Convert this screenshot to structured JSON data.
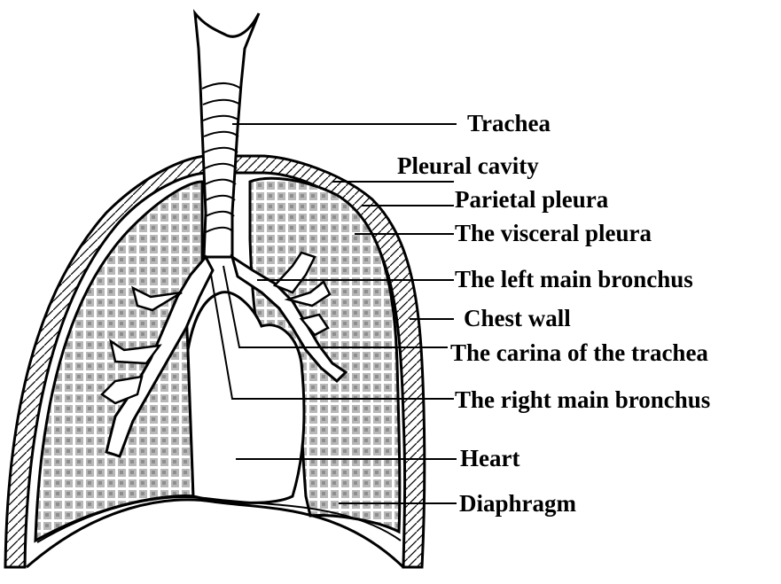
{
  "labels": {
    "trachea": "Trachea",
    "pleural_cavity": "Pleural cavity",
    "parietal_pleura": "Parietal pleura",
    "visceral_pleura": "The visceral pleura",
    "left_main_bronchus": "The left main bronchus",
    "chest_wall": "Chest wall",
    "carina": "The carina of the trachea",
    "right_main_bronchus": "The right main bronchus",
    "heart": "Heart",
    "diaphragm": "Diaphragm"
  },
  "colors": {
    "ink": "#000000",
    "lung_texture": "#bdbdbd",
    "background": "#ffffff"
  }
}
